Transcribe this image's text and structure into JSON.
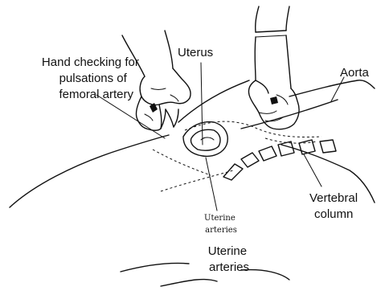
{
  "labels": {
    "hand": [
      "Hand checking for",
      "pulsations of",
      "femoral artery"
    ],
    "uterus": "Uterus",
    "aorta": "Aorta",
    "vertebral": [
      "Vertebral",
      "column"
    ],
    "uterine_small": [
      "Uterine",
      "arteries"
    ],
    "uterine_main": [
      "Uterine",
      "arteries"
    ]
  }
}
